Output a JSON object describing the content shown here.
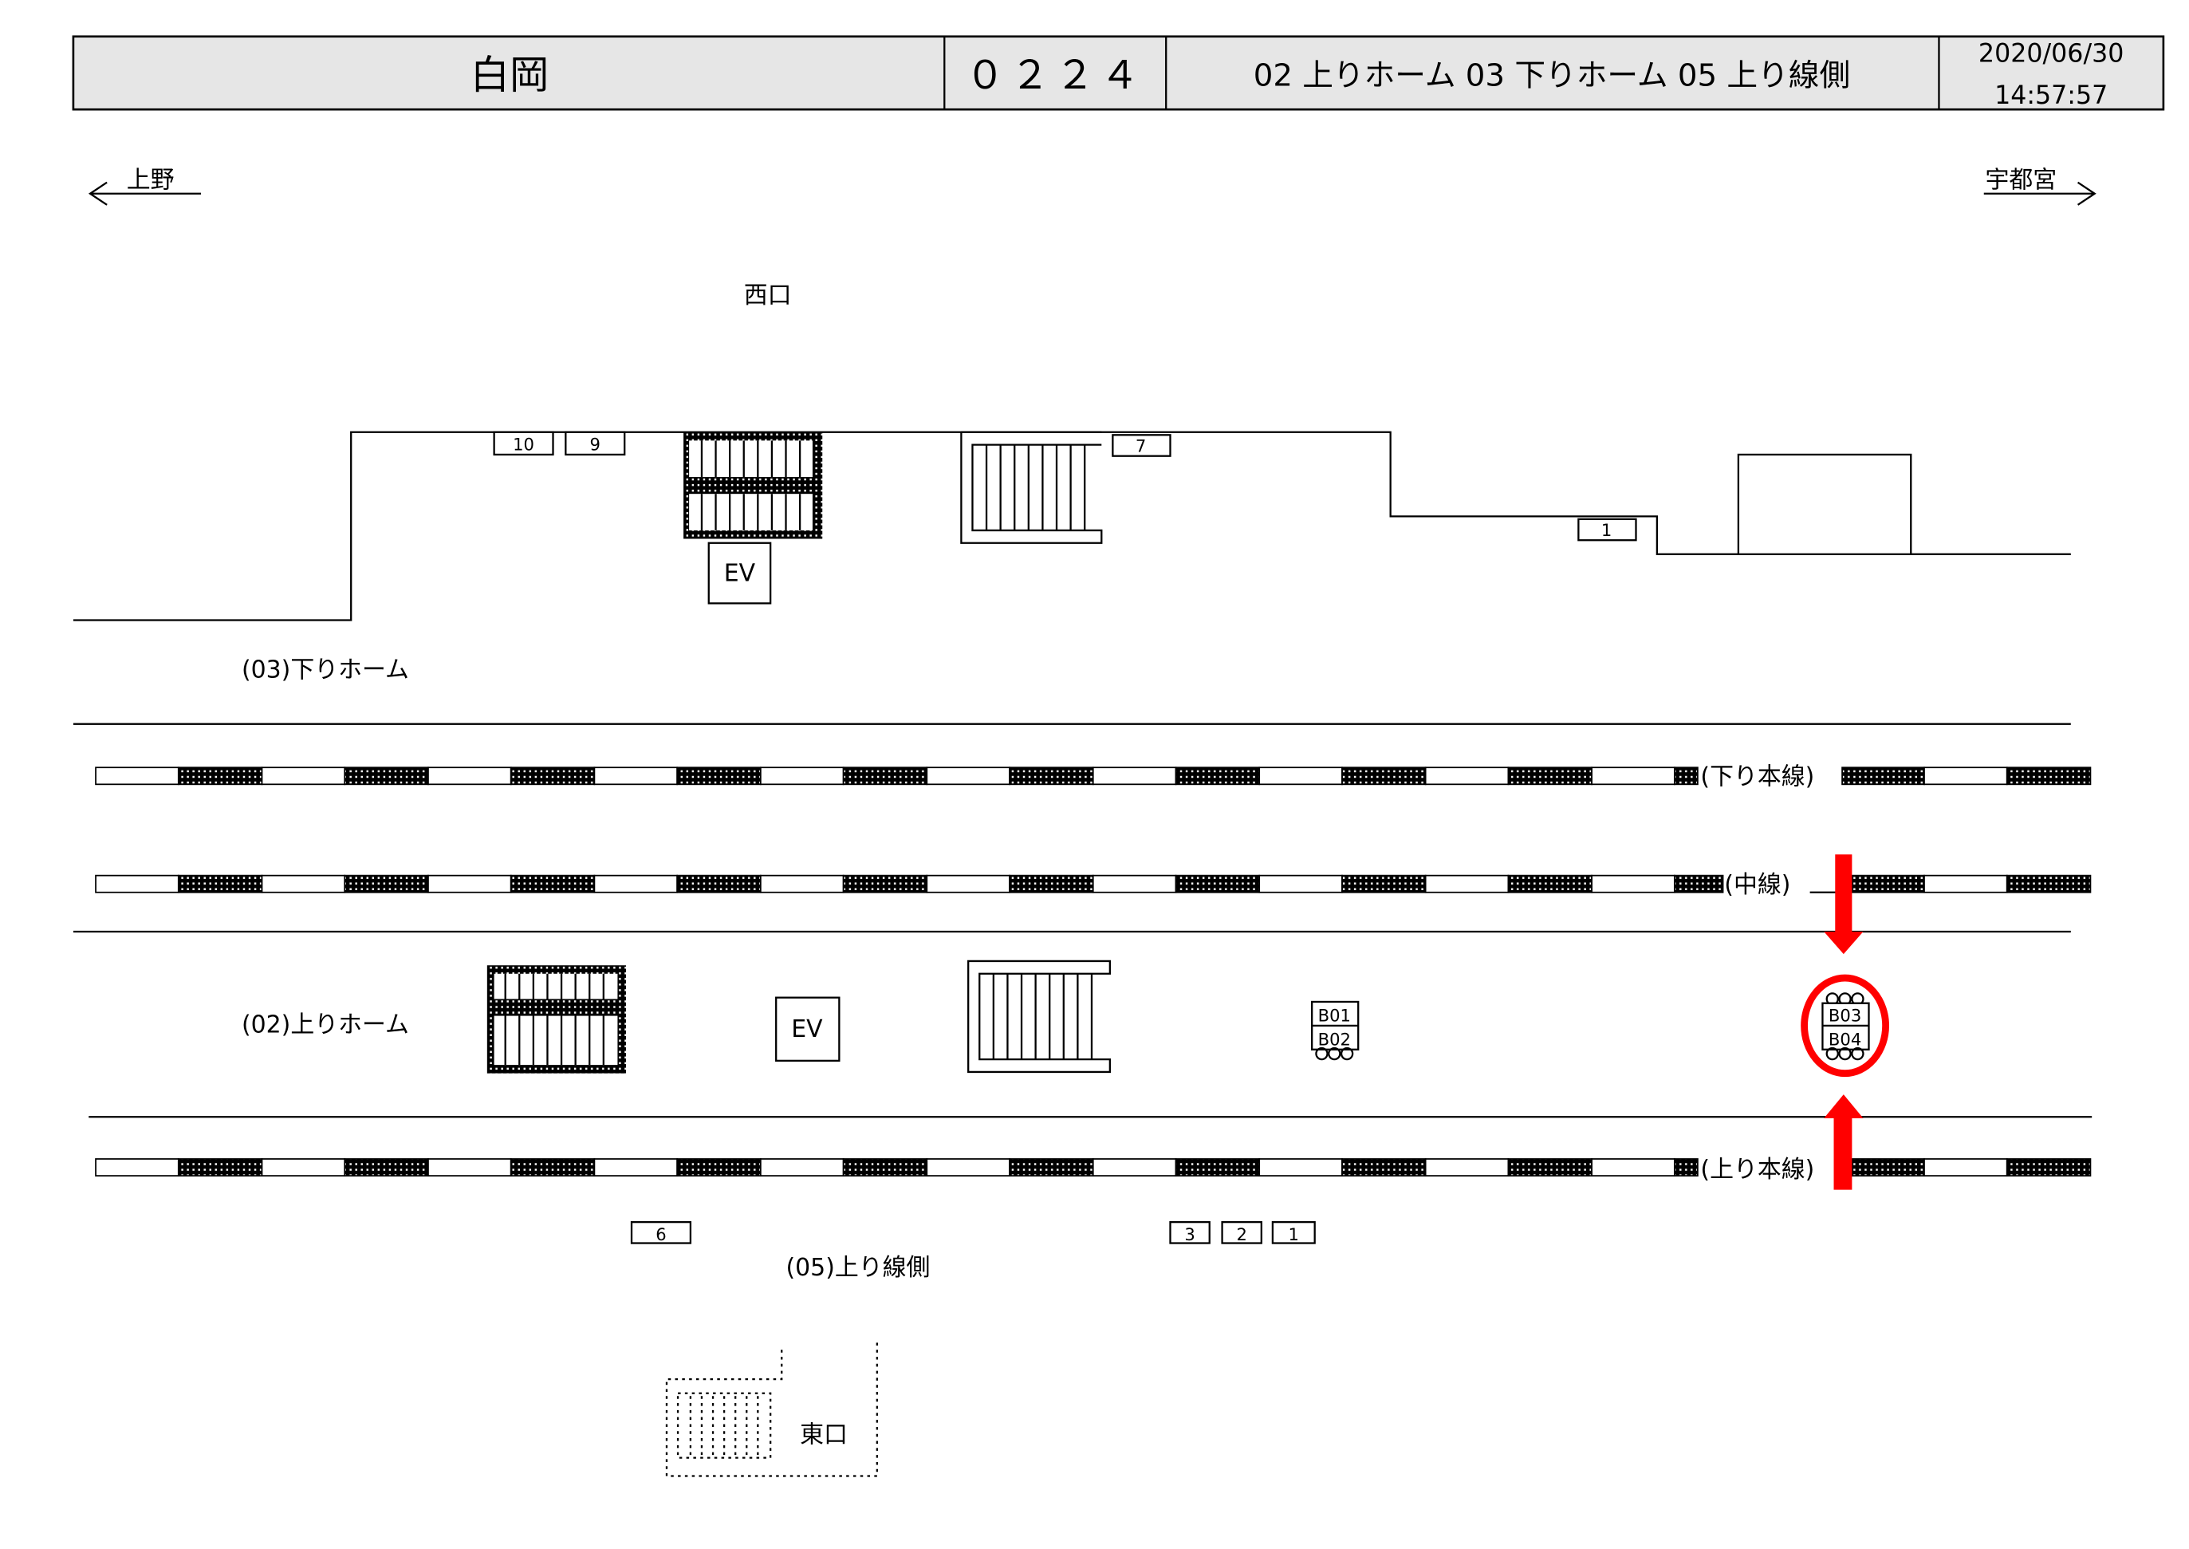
{
  "header": {
    "station": "白岡",
    "code": "０２２４",
    "platforms": "02 上りホーム 03 下りホーム 05 上り線側",
    "date": "2020/06/30",
    "time": "14:57:57"
  },
  "directions": {
    "left": "上野",
    "right": "宇都宮"
  },
  "labels": {
    "west_exit": "西口",
    "east_exit": "東口",
    "platform_03": "(03)下りホーム",
    "platform_02": "(02)上りホーム",
    "side_05": "(05)上り線側",
    "track_down_main": "(下り本線)",
    "track_middle": "(中線)",
    "track_up_main": "(上り本線)",
    "ev": "EV"
  },
  "signs_top": [
    "10",
    "9",
    "7",
    "1"
  ],
  "signs_bottom": [
    "6",
    "3",
    "2",
    "1"
  ],
  "boards": {
    "b1": [
      "B01",
      "B02"
    ],
    "b2": [
      "B03",
      "B04"
    ]
  },
  "highlight_color": "#ff0000"
}
